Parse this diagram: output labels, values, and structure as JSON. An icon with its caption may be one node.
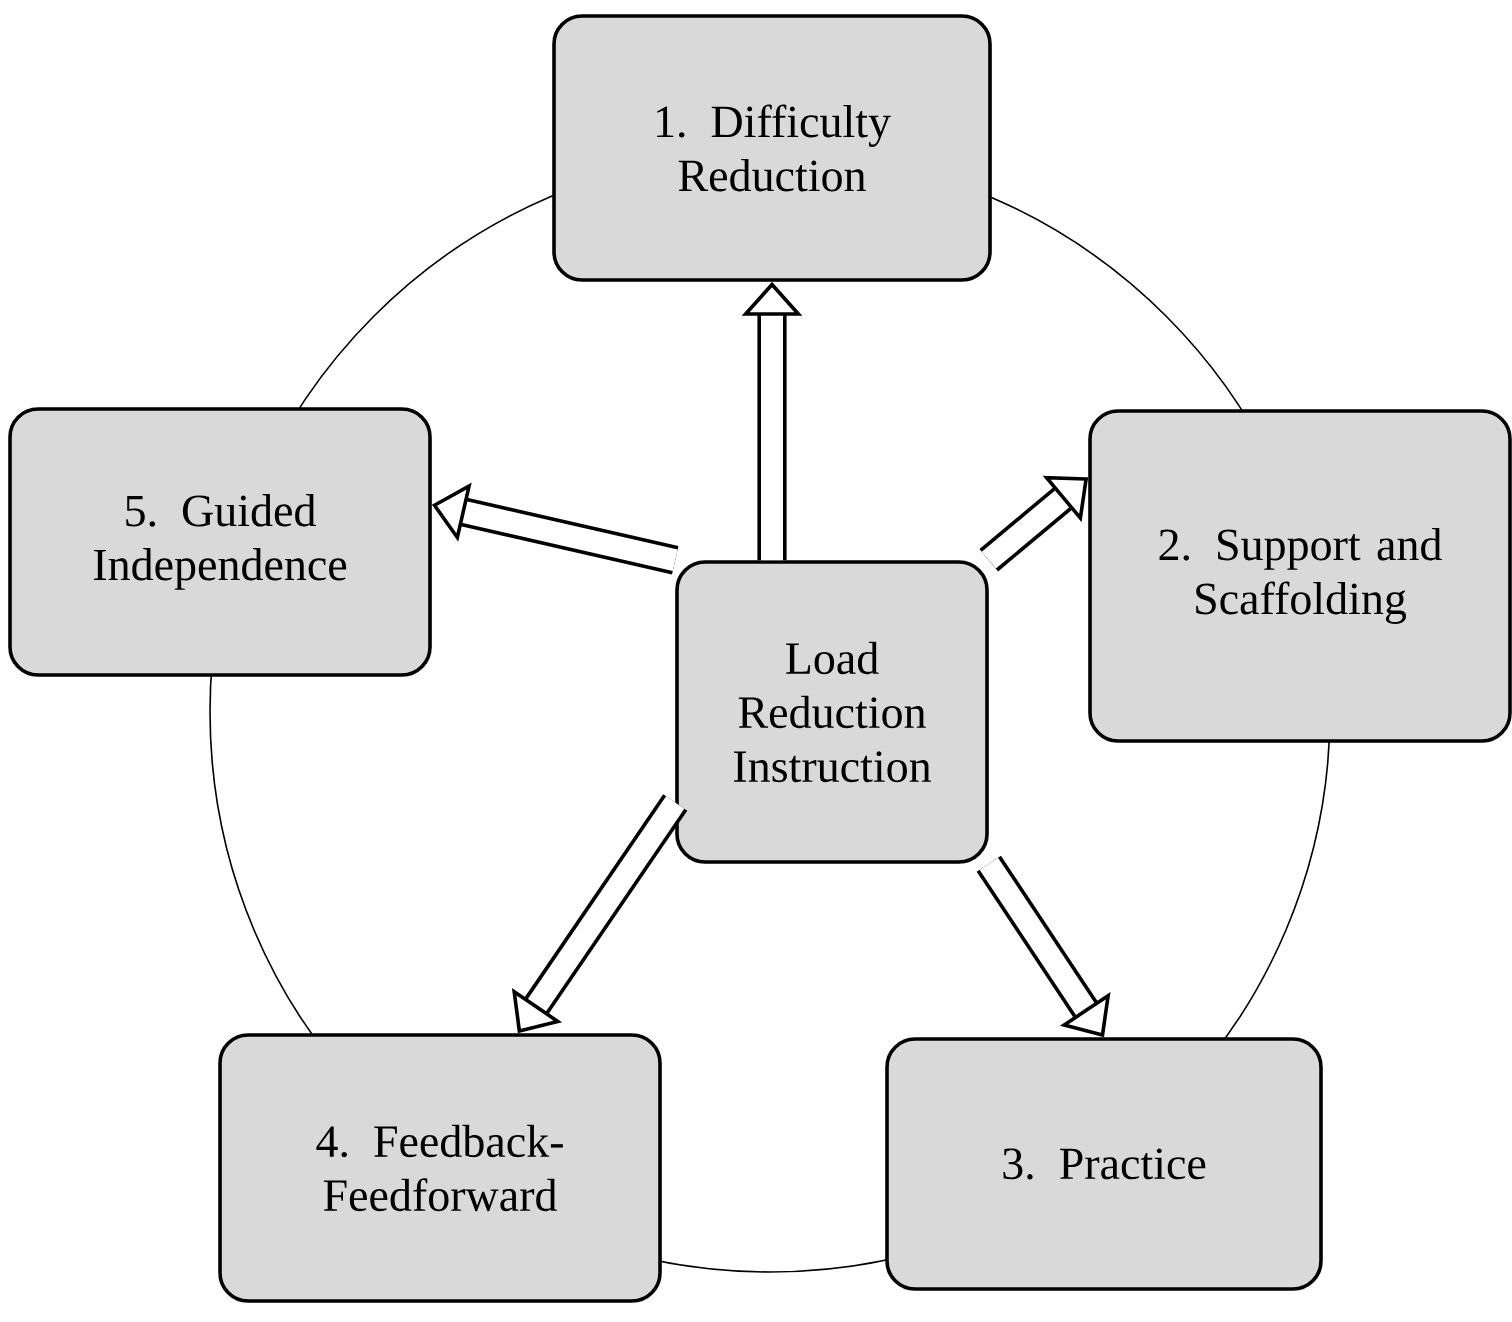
{
  "diagram": {
    "nodes": [
      {
        "text": [
          "1. Difficulty Reduction"
        ]
      },
      {
        "text": [
          "5. Guided Independence"
        ]
      },
      {
        "text": [
          "2. Support and Scaffolding"
        ]
      },
      {
        "text": [
          "Load Reduction Instruction"
        ]
      },
      {
        "text": [
          "4. Feedback-Feedforward"
        ]
      },
      {
        "text": [
          "3. Practice"
        ]
      }
    ],
    "edges": [
      {
        "from": 3,
        "to": 0,
        "arrow": "to"
      },
      {
        "from": 3,
        "to": 2,
        "arrow": "to"
      },
      {
        "from": 3,
        "to": 5,
        "arrow": "to"
      },
      {
        "from": 3,
        "to": 4,
        "arrow": "to"
      },
      {
        "from": 3,
        "to": 1,
        "arrow": "to"
      }
    ]
  }
}
